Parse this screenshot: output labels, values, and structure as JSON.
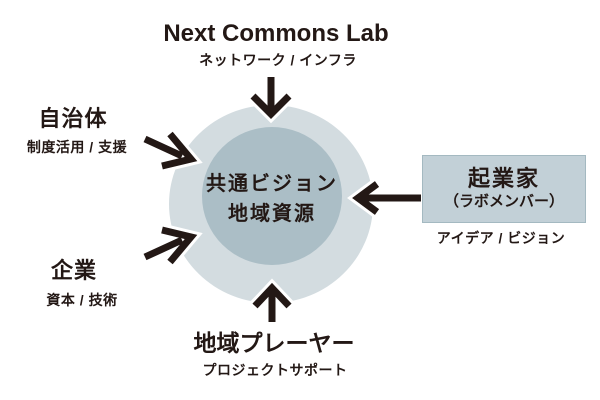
{
  "diagram": {
    "title": "Next Commons Lab ecosystem diagram",
    "center": {
      "line1": "共通ビジョン",
      "line2": "地域資源"
    },
    "nodes": {
      "ncl": {
        "label": "Next Commons Lab",
        "sublabel": "ネットワーク / インフラ",
        "position": "top",
        "arrow_direction": "down"
      },
      "government": {
        "label": "自治体",
        "sublabel": "制度活用 / 支援",
        "position": "upper-left",
        "arrow_direction": "down-right"
      },
      "company": {
        "label": "企業",
        "sublabel": "資本 / 技術",
        "position": "lower-left",
        "arrow_direction": "up-right"
      },
      "entrepreneur": {
        "label": "起業家",
        "label2": "（ラボメンバー）",
        "sublabel": "アイデア / ビジョン",
        "position": "right",
        "arrow_direction": "left",
        "highlighted": true
      },
      "local_player": {
        "label": "地域プレーヤー",
        "sublabel": "プロジェクトサポート",
        "position": "bottom",
        "arrow_direction": "up"
      }
    },
    "colors": {
      "outer_circle": "#d3dce0",
      "inner_circle": "#abbec6",
      "highlight_box": "#c2d0d7",
      "highlight_box_border": "#a4b9c1",
      "arrow": "#231815",
      "text": "#231815",
      "background": "#ffffff"
    }
  }
}
